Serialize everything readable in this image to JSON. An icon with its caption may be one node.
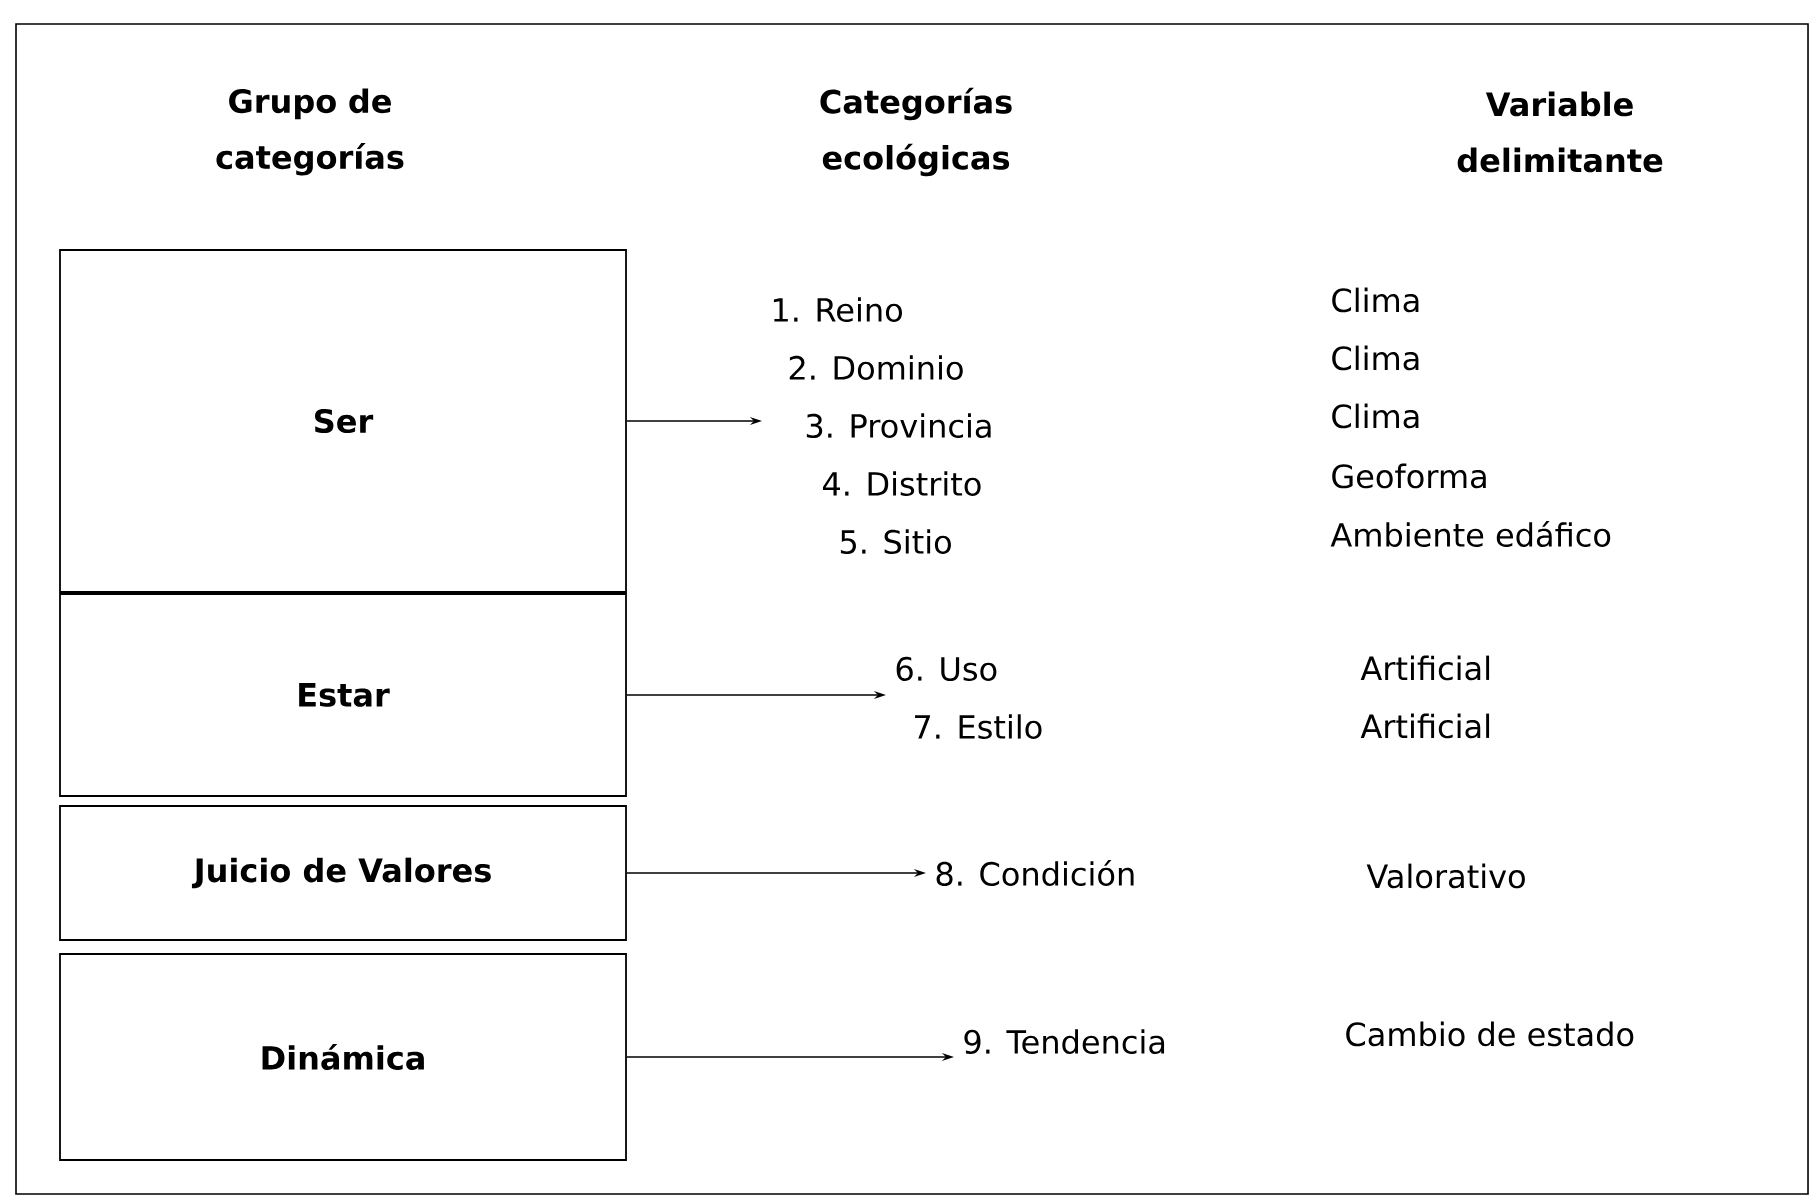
{
  "diagram": {
    "nodes": [
      {
        "text": [
          "Ser"
        ]
      },
      {
        "text": [
          "Estar"
        ]
      },
      {
        "text": [
          "Juicio de Valores"
        ]
      },
      {
        "text": [
          "Dinámica"
        ]
      },
      {
        "text": [
          "1. Reino",
          "2. Dominio",
          "3. Provincia",
          "4. Distrito",
          "5. Sitio"
        ]
      },
      {
        "text": [
          "6. Uso",
          "7. Estilo"
        ]
      },
      {
        "text": [
          "8. Condición"
        ]
      },
      {
        "text": [
          "9. Tendencia"
        ]
      }
    ],
    "edges": [
      {
        "from": 0,
        "to": 4,
        "arrow": "to"
      },
      {
        "from": 1,
        "to": 5,
        "arrow": "to"
      },
      {
        "from": 2,
        "to": 6,
        "arrow": "to"
      },
      {
        "from": 3,
        "to": 7,
        "arrow": "to"
      }
    ],
    "labels": [
      "Grupo de categorías",
      "Categorías ecológicas",
      "Variable delimitante",
      "Clima",
      "Clima",
      "Clima",
      "Geoforma",
      "Ambiente edáfico",
      "Artificial",
      "Artificial",
      "Valorativo",
      "Cambio de estado"
    ]
  }
}
